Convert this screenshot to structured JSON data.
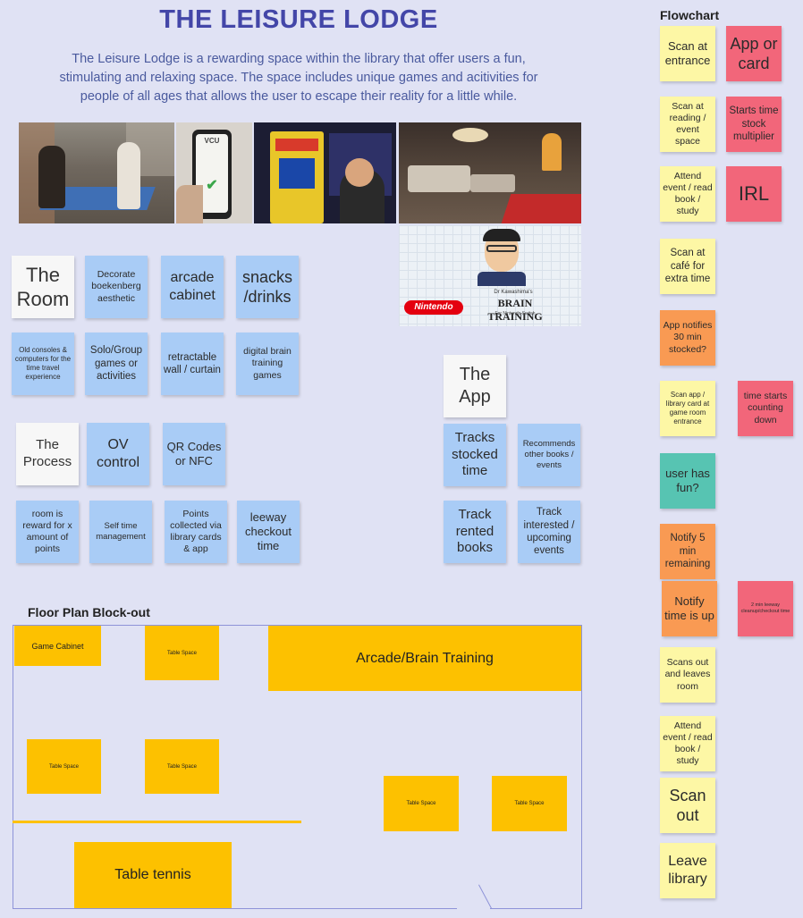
{
  "page": {
    "title": "THE LEISURE LODGE",
    "intro": "The Leisure Lodge is a rewarding space within the library that offer users a fun, stimulating and relaxing space. The space includes unique games and acitivities for people of all ages that allows the user to escape their reality for a little while."
  },
  "photos": {
    "nintendo_logo": "Nintendo",
    "brain_sub": "Dr Kawashima's",
    "brain_title": "BRAIN TRAINING",
    "brain_platform": "For Nintendo Switch",
    "qr_label": "VCU"
  },
  "room": {
    "heading_line1": "The",
    "heading_line2": "Room",
    "decorate": "Decorate boekenberg aesthetic",
    "arcade": "arcade cabinet",
    "snacks": "snacks /drinks",
    "consoles": "Old consoles & computers for the time travel experience",
    "solo": "Solo/Group games or activities",
    "wall": "retractable wall / curtain",
    "brain": "digital brain training games"
  },
  "process": {
    "heading_line1": "The",
    "heading_line2": "Process",
    "ov": "OV control",
    "qr": "QR Codes or NFC",
    "reward": "room is reward for x amount of points",
    "self": "Self time management",
    "points": "Points collected via library cards & app",
    "leeway": "leeway checkout time"
  },
  "app": {
    "heading_line1": "The",
    "heading_line2": "App",
    "tracks_stocked": "Tracks stocked time",
    "recommends": "Recommends other books / events",
    "rented": "Track rented books",
    "interested": "Track interested / upcoming events"
  },
  "flowchart": {
    "heading": "Flowchart",
    "n1": "Scan at entrance",
    "n2": "App or card",
    "n3": "Scan at reading / event space",
    "n4": "Starts time stock multiplier",
    "n5": "Attend event / read book / study",
    "n6": "IRL",
    "n7": "Scan at café for extra time",
    "n8": "App notifies 30 min stocked?",
    "n9": "Scan app / library card at game room entrance",
    "n10": "time starts counting down",
    "n11": "user has fun?",
    "n12": "Notify 5 min remaining",
    "n13": "Notify time is up",
    "n14": "2 min leeway cleanup/checkout time",
    "n15": "Scans out and leaves room",
    "n16": "Attend event / read book / study",
    "n17": "Scan out",
    "n18": "Leave library"
  },
  "floorplan": {
    "heading": "Floor Plan Block-out",
    "game_cabinet": "Game Cabinet",
    "table_space": "Table Space",
    "arcade": "Arcade/Brain Training",
    "table_tennis": "Table tennis"
  },
  "colors": {
    "background": "#e0e2f4",
    "title": "#4346a8",
    "sticky_blue": "#a9ccf6",
    "sticky_yellow": "#fdf7a5",
    "sticky_pink": "#f2667a",
    "sticky_orange": "#f99a53",
    "sticky_teal": "#57c4b2",
    "block": "#fdc100",
    "outline": "#8e93d8"
  }
}
